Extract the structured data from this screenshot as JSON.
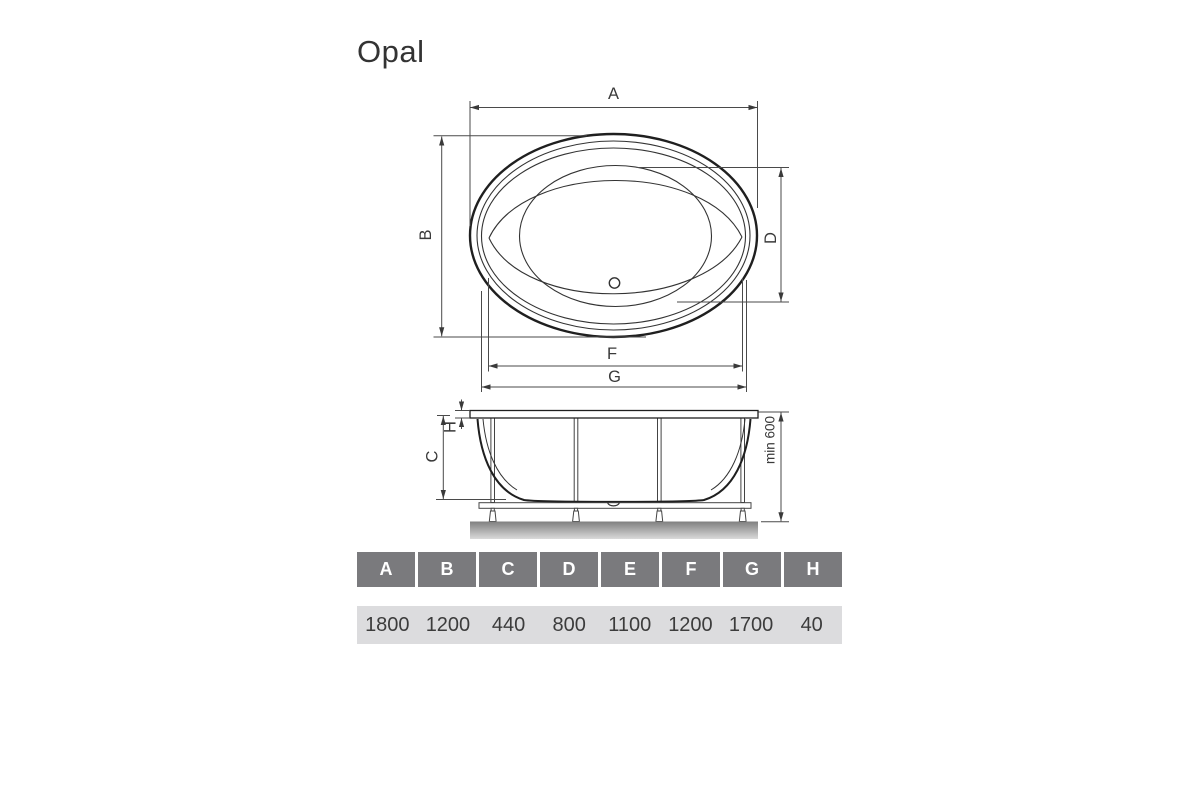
{
  "title": "Opal",
  "diagram": {
    "labels": {
      "a": "A",
      "b": "B",
      "c": "C",
      "d": "D",
      "f": "F",
      "g": "G",
      "h": "H",
      "min_height": "min 600"
    }
  },
  "table": {
    "headers": [
      "A",
      "B",
      "C",
      "D",
      "E",
      "F",
      "G",
      "H"
    ],
    "values": [
      "1800",
      "1200",
      "440",
      "800",
      "1100",
      "1200",
      "1700",
      "40"
    ]
  },
  "colors": {
    "line": "#333333",
    "thick_line": "#1f1f1f",
    "header_bg": "#7a7a7d",
    "header_text": "#ffffff",
    "values_bg": "#dcdcde",
    "text": "#3a3a3a"
  }
}
